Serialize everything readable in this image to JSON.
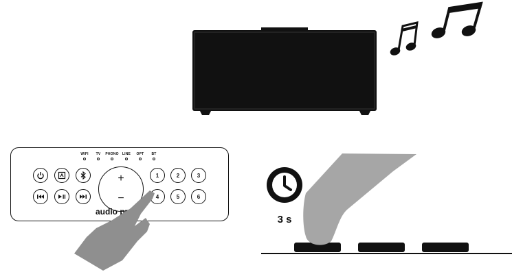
{
  "remote": {
    "indicators": [
      "WIFI",
      "TV",
      "PHONO",
      "LINE",
      "OPT",
      "BT"
    ],
    "top_row_numbers": [
      "1",
      "2",
      "3"
    ],
    "bottom_row_numbers": [
      "4",
      "5",
      "6"
    ],
    "volume": {
      "plus": "+",
      "minus": "−"
    },
    "brand": "audio pro"
  },
  "press_duration": "3 s",
  "icons": [
    "speaker-icon",
    "music-notes-icon",
    "power-icon",
    "multiroom-icon",
    "bluetooth-icon",
    "prev-icon",
    "play-pause-icon",
    "next-icon",
    "hand-icon",
    "clock-icon",
    "finger-icon"
  ]
}
